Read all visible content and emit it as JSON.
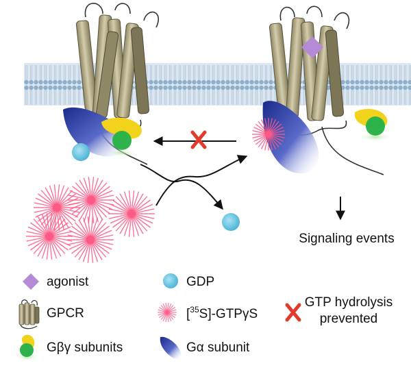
{
  "labels": {
    "signaling_events": "Signaling events"
  },
  "legend": {
    "agonist": "agonist",
    "gdp": "GDP",
    "gpcr": "GPCR",
    "gtpgs": {
      "prefix": "[",
      "superscript": "35",
      "suffix": "S]-GTPγS"
    },
    "gtp_hydrolysis_line1": "GTP hydrolysis",
    "gtp_hydrolysis_line2": "prevented",
    "gbg_subunits": "Gβγ subunits",
    "ga_subunit": "Gα subunit"
  },
  "colors": {
    "membrane": "#c9d9e8",
    "membrane_head": "#8fb0cc",
    "gpcr": "#b8b08f",
    "gpcr_dark": "#6f6a52",
    "agonist": "#b58ad6",
    "gdp": "#6cc3e0",
    "gtp": "#ff5a86",
    "gbeta": "#f2d21a",
    "ggamma": "#2db34a",
    "galpha": "#2b3fa0",
    "red_x": "#e23a2b"
  },
  "icons": [
    "agonist-icon",
    "gdp-icon",
    "gpcr-icon",
    "gtpgs-icon",
    "red-x-icon",
    "gbg-icon",
    "galpha-icon"
  ]
}
